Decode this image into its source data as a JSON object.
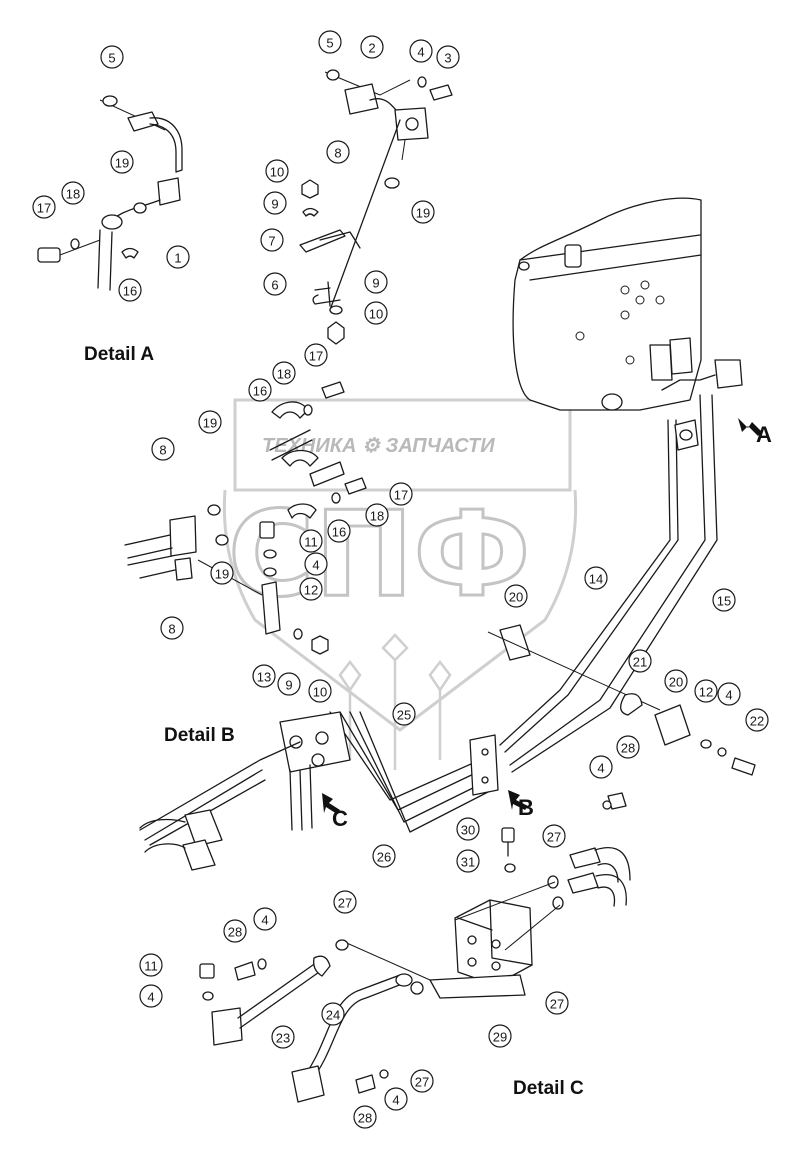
{
  "watermark": {
    "text": "ТЕХНИКА ⚙ ЗАПЧАСТИ",
    "logo_text": "СПФ"
  },
  "labels": {
    "detail_a": "Detail A",
    "detail_b": "Detail B",
    "detail_c": "Detail C",
    "arrow_a": "A",
    "arrow_b": "B",
    "arrow_c": "C"
  },
  "callouts": [
    "5",
    "1",
    "19",
    "18",
    "17",
    "16",
    "5",
    "2",
    "4",
    "3",
    "8",
    "10",
    "9",
    "7",
    "19",
    "6",
    "9",
    "10",
    "17",
    "18",
    "16",
    "19",
    "8",
    "17",
    "16",
    "18",
    "11",
    "4",
    "12",
    "19",
    "8",
    "13",
    "9",
    "10",
    "20",
    "14",
    "15",
    "21",
    "20",
    "12",
    "4",
    "22",
    "25",
    "26",
    "28",
    "4",
    "30",
    "31",
    "27",
    "27",
    "27",
    "28",
    "4",
    "11",
    "4",
    "23",
    "24",
    "29",
    "27",
    "28",
    "4"
  ]
}
